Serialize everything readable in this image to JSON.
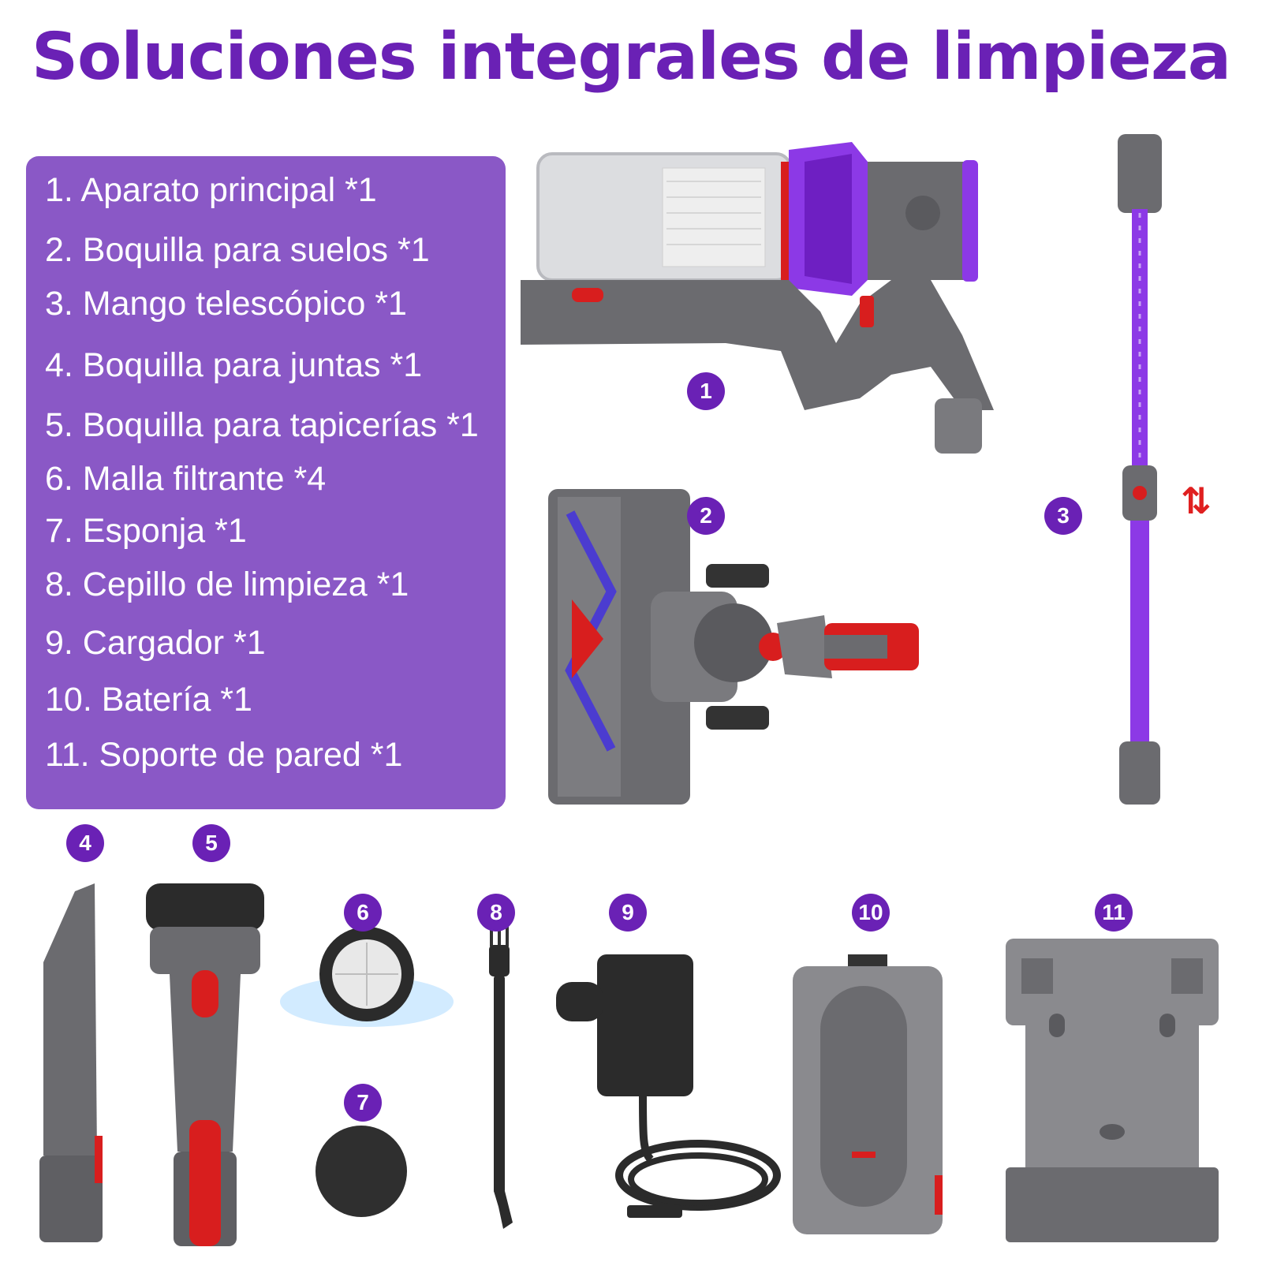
{
  "title": "Soluciones integrales de limpieza",
  "items": [
    {
      "number": "1",
      "label": "1. Aparato principal *1",
      "icon": "vacuum-main-body-icon"
    },
    {
      "number": "2",
      "label": "2. Boquilla para suelos *1",
      "icon": "floor-nozzle-icon"
    },
    {
      "number": "3",
      "label": "3. Mango telescópico *1",
      "icon": "telescopic-tube-icon"
    },
    {
      "number": "4",
      "label": "4. Boquilla para juntas *1",
      "icon": "crevice-tool-icon"
    },
    {
      "number": "5",
      "label": "5. Boquilla para tapicerías *1",
      "icon": "upholstery-brush-icon"
    },
    {
      "number": "6",
      "label": "6. Malla filtrante *4",
      "icon": "filter-icon"
    },
    {
      "number": "7",
      "label": "7. Esponja *1",
      "icon": "sponge-icon"
    },
    {
      "number": "8",
      "label": "8. Cepillo de limpieza *1",
      "icon": "cleaning-brush-icon"
    },
    {
      "number": "9",
      "label": "9. Cargador *1",
      "icon": "charger-icon"
    },
    {
      "number": "10",
      "label": "10. Batería *1",
      "icon": "battery-icon"
    },
    {
      "number": "11",
      "label": "11. Soporte de pared *1",
      "icon": "wall-mount-icon"
    }
  ],
  "colors": {
    "accent_purple": "#6a21b5",
    "panel_purple": "#8a58c6",
    "device_gray": "#6b6b6f",
    "device_red": "#d81e1e"
  },
  "telescopic_indicator": "⇅"
}
